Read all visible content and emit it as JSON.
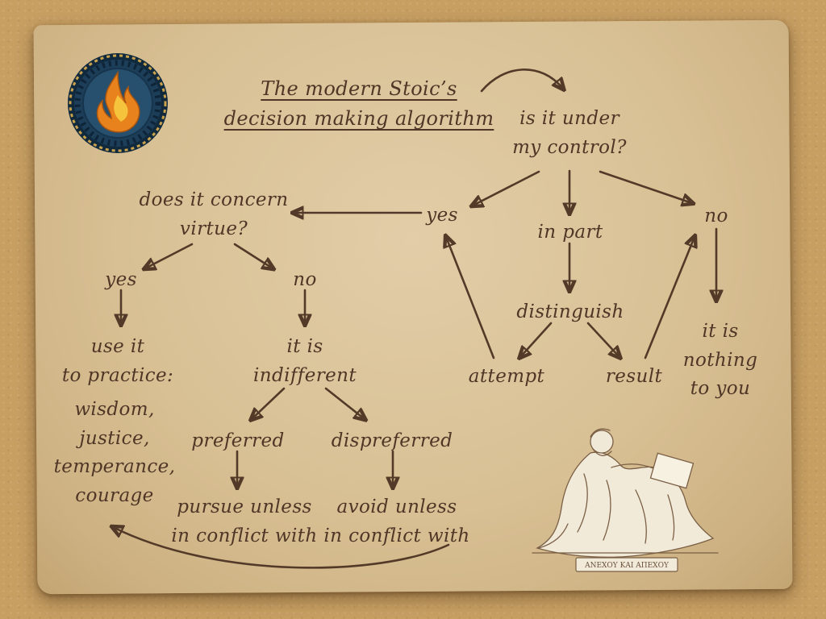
{
  "title": {
    "line1": "The modern Stoic’s",
    "line2": "decision making algorithm"
  },
  "nodes": {
    "control_question": {
      "line1": "is it under",
      "line2": "my control?"
    },
    "yes_control": "yes",
    "in_part": "in part",
    "no_control": "no",
    "virtue_question": {
      "line1": "does it concern",
      "line2": "virtue?"
    },
    "yes_virtue": "yes",
    "no_virtue": "no",
    "use_it": {
      "line1": "use it",
      "line2": "to practice:"
    },
    "virtues": {
      "line1": "wisdom,",
      "line2": "justice,",
      "line3": "temperance,",
      "line4": "courage"
    },
    "indifferent": {
      "line1": "it is",
      "line2": "indifferent"
    },
    "preferred": "preferred",
    "dispreferred": "dispreferred",
    "pursue": {
      "line1": "pursue unless",
      "line2": "in conflict with"
    },
    "avoid": {
      "line1": "avoid unless",
      "line2": "in conflict with"
    },
    "distinguish": "distinguish",
    "attempt": "attempt",
    "result": "result",
    "nothing": {
      "line1": "it is",
      "line2": "nothing",
      "line3": "to you"
    }
  },
  "plaque_text": "ΑΝΕΧΟΥ ΚΑΙ ΑΠΕΧΟΥ",
  "colors": {
    "text": "#4f3626",
    "arrow": "#533a28",
    "paper": "#d8c094",
    "background": "#c79f63",
    "logo_blue": "#27506f",
    "flame_orange": "#e8821d",
    "flame_yellow": "#f6c33c"
  }
}
